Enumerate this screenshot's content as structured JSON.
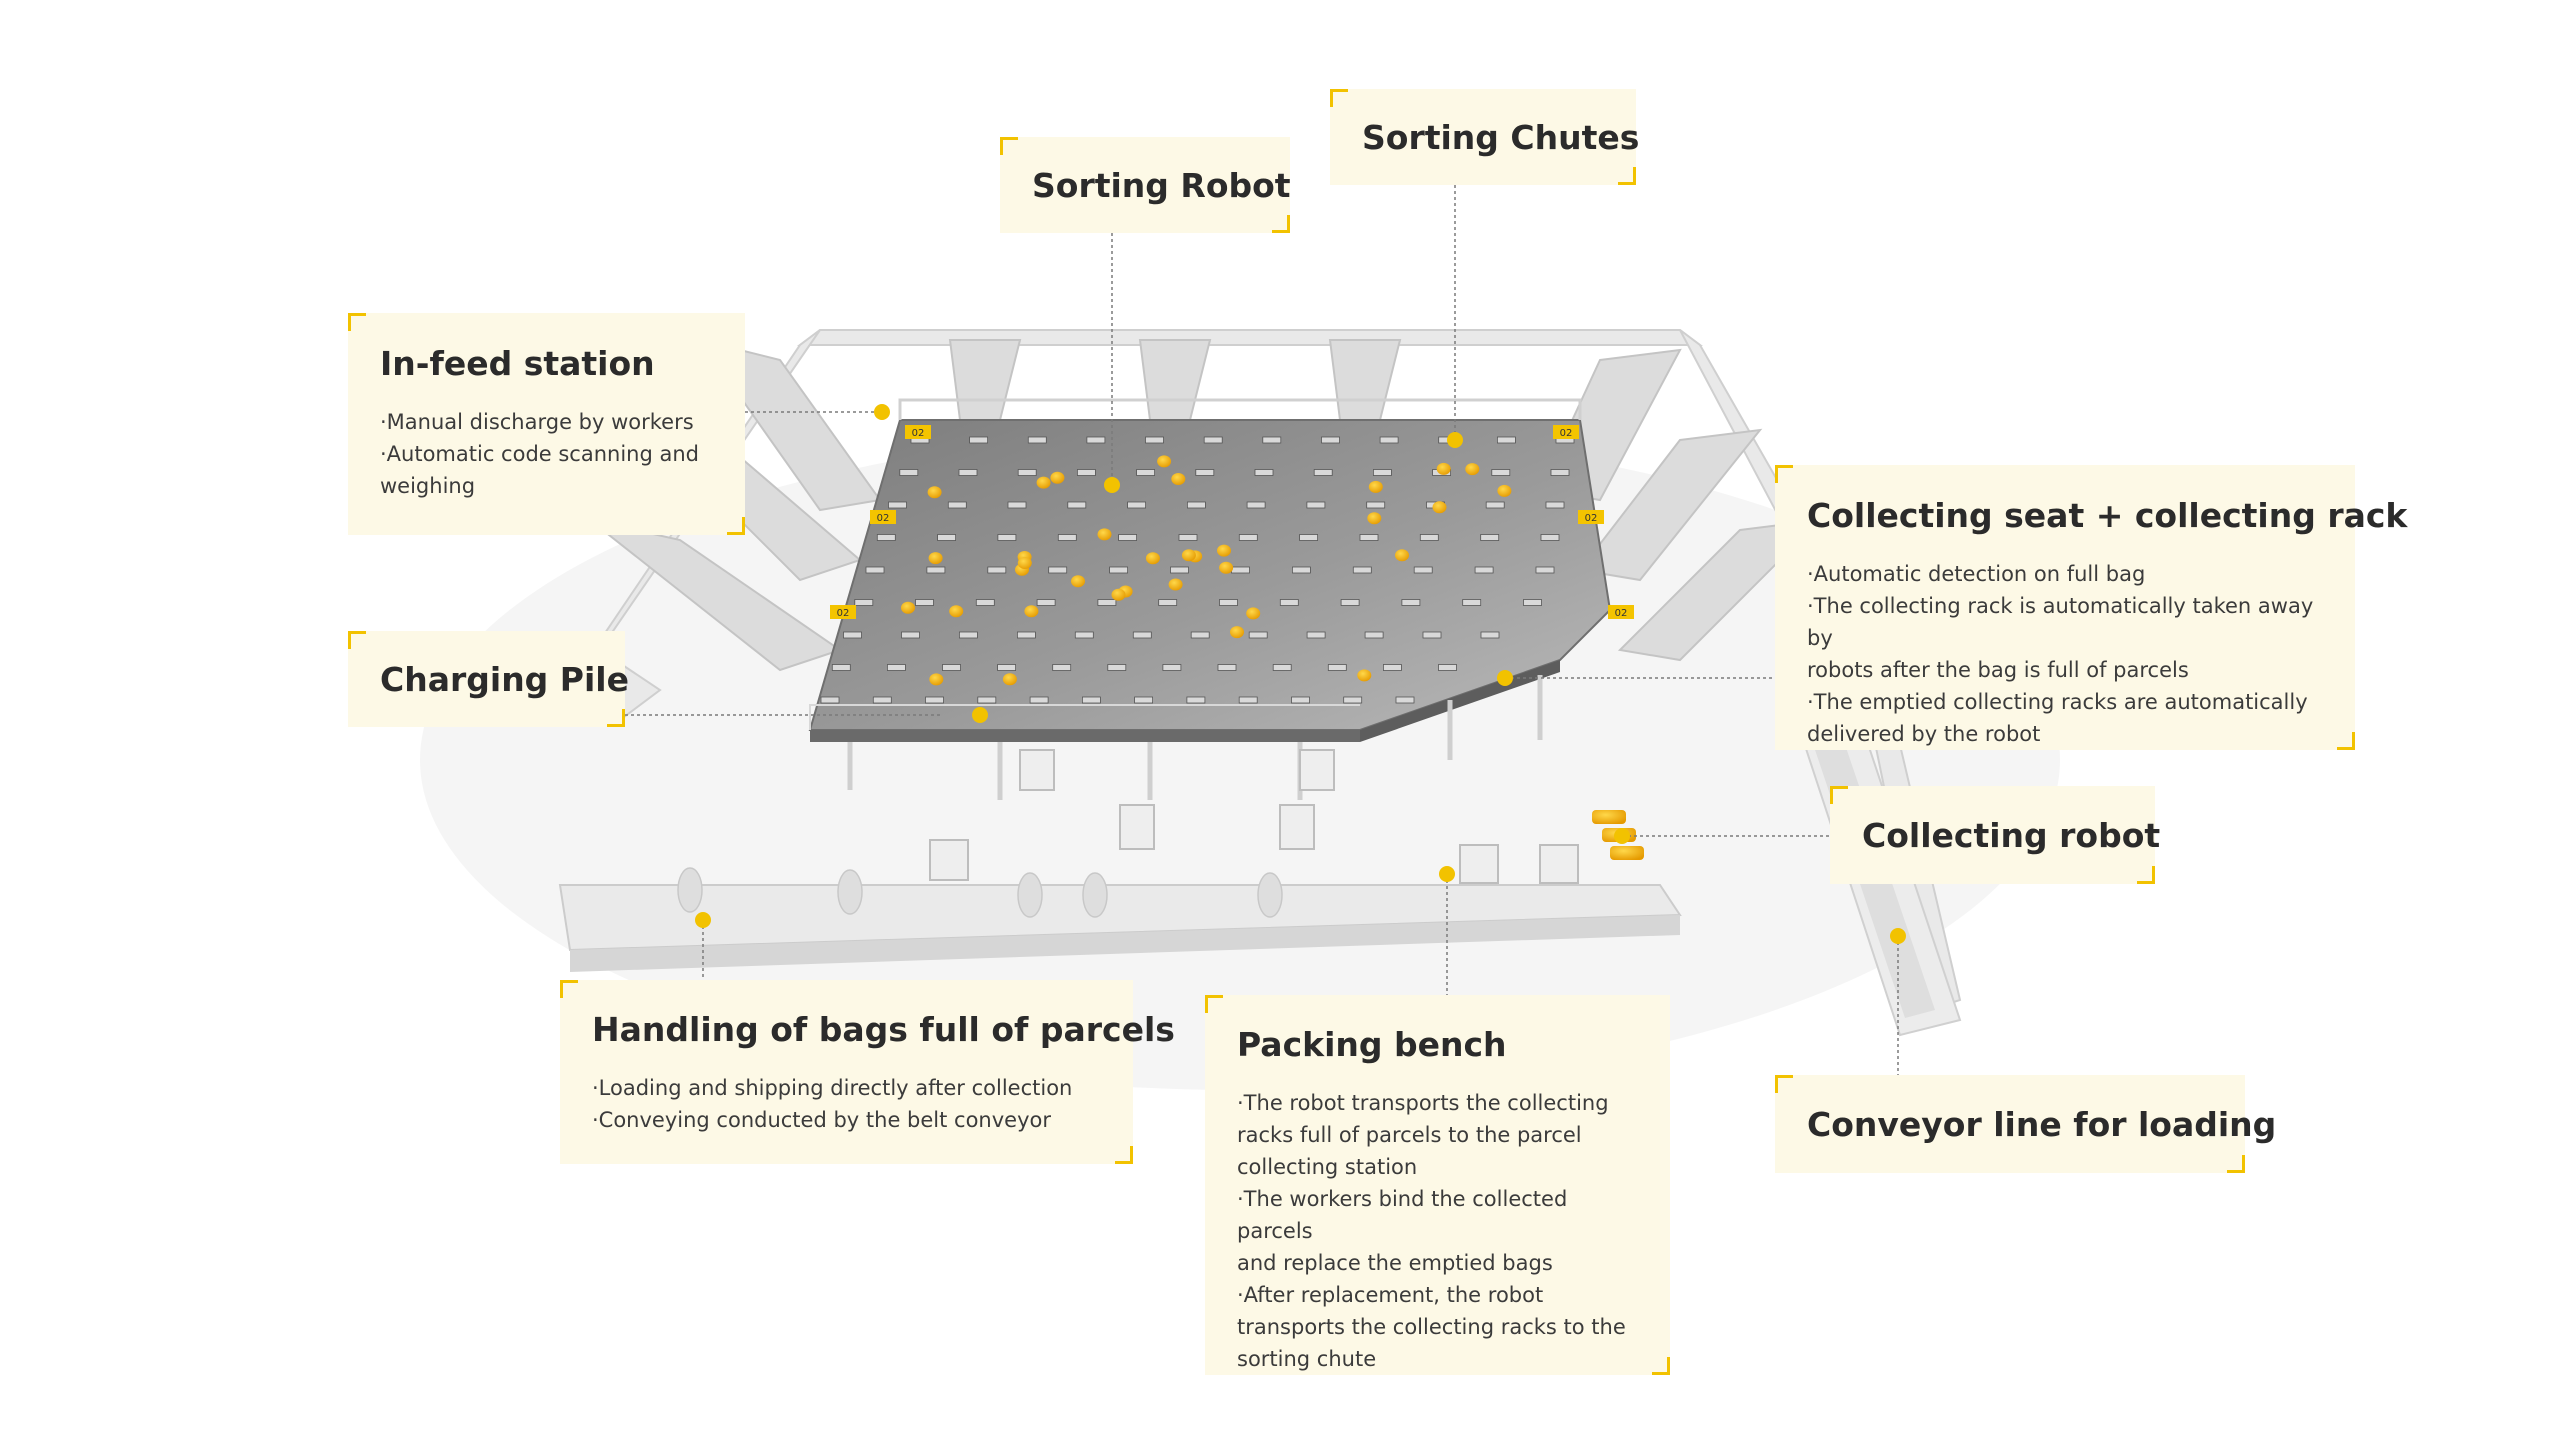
{
  "colors": {
    "accent": "#f2c200",
    "card_background": "#fdf9e6",
    "platform": "#8a8a8a",
    "frame": "#e6e6e6",
    "text": "#2b2b2b"
  },
  "labels": {
    "sorting_robot": {
      "title": "Sorting Robot"
    },
    "sorting_chutes": {
      "title": "Sorting Chutes"
    },
    "infeed_station": {
      "title": "In-feed station",
      "items": [
        "·Manual discharge by workers",
        "·Automatic code scanning and",
        "weighing"
      ]
    },
    "charging_pile": {
      "title": "Charging Pile"
    },
    "collecting_seat": {
      "title": "Collecting seat + collecting rack",
      "items": [
        "·Automatic detection on full bag",
        "·The collecting rack is automatically taken away by",
        "robots after the bag is full of parcels",
        "·The emptied collecting racks are automatically",
        "delivered by the robot"
      ]
    },
    "collecting_robot": {
      "title": "Collecting robot"
    },
    "handling_bags": {
      "title": "Handling of bags full of parcels",
      "items": [
        "·Loading and shipping directly after collection",
        "·Conveying conducted by the belt conveyor"
      ]
    },
    "packing_bench": {
      "title": "Packing bench",
      "items": [
        "·The robot transports the collecting",
        "racks full of parcels to the parcel",
        "collecting station",
        "·The workers bind the collected parcels",
        "and replace the emptied bags",
        "·After replacement, the robot",
        "transports the collecting racks to the",
        "sorting chute"
      ]
    },
    "conveyor_line": {
      "title": "Conveyor line for loading"
    }
  },
  "scene": {
    "platform_tags": [
      "02",
      "02",
      "02",
      "02",
      "02",
      "02"
    ]
  }
}
